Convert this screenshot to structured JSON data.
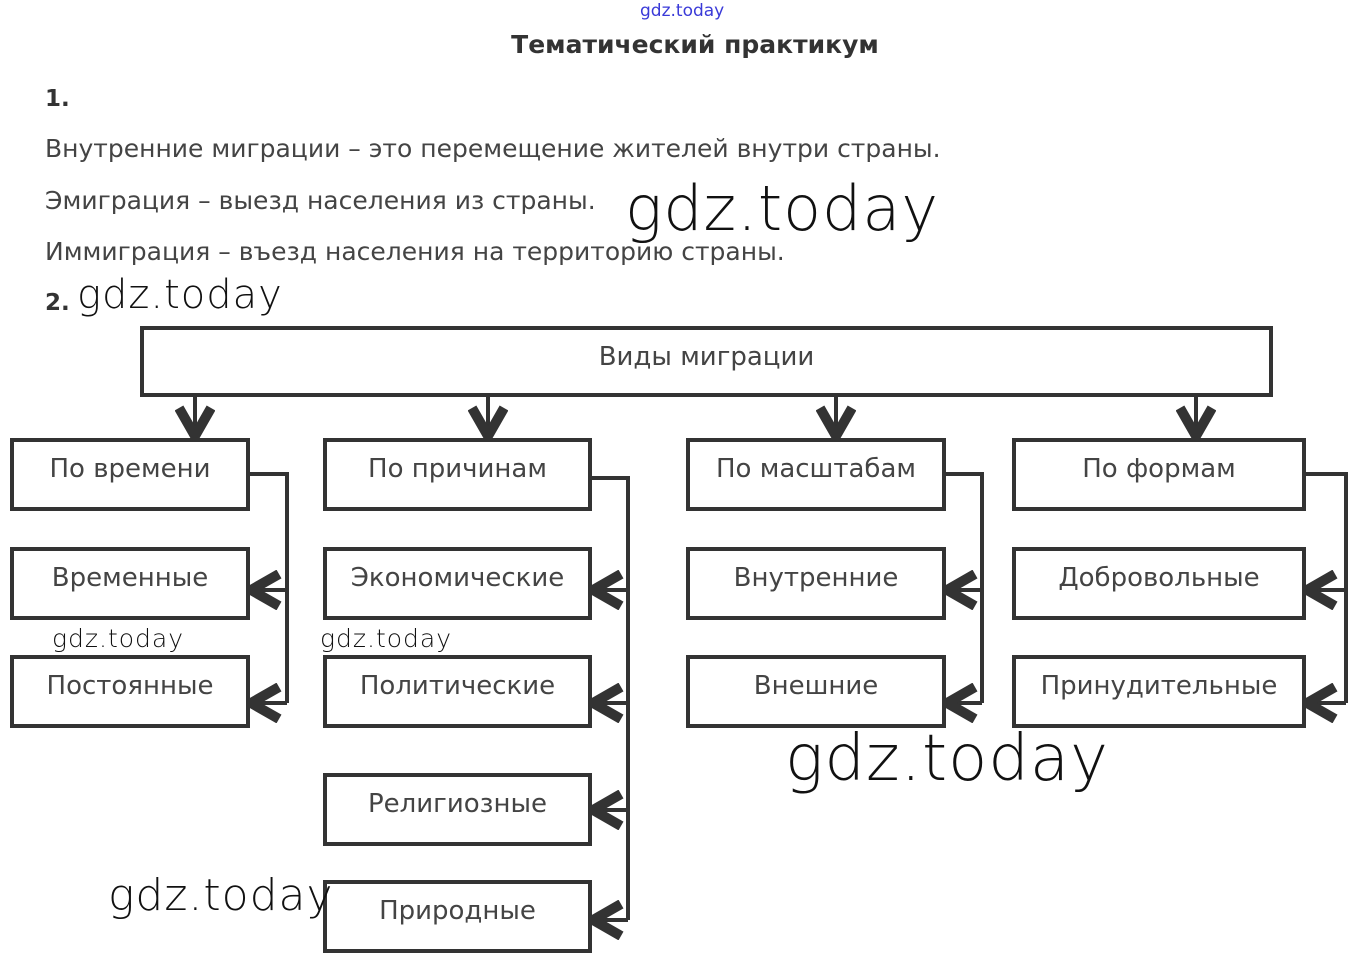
{
  "watermark_small": "gdz.today",
  "watermarks": [
    "gdz.today",
    "gdz.today",
    "gdz.today",
    "gdz.today",
    "gdz.today",
    "gdz.today"
  ],
  "title": "Тематический практикум",
  "task1": {
    "number": "1.",
    "lines": [
      "Внутренние миграции – это перемещение жителей внутри страны.",
      "Эмиграция – выезд населения из страны.",
      "Иммиграция – въезд населения на территорию страны."
    ]
  },
  "task2": {
    "number": "2."
  },
  "diagram": {
    "root": "Виды миграции",
    "groups": [
      {
        "label": "По времени",
        "items": [
          "Временные",
          "Постоянные"
        ]
      },
      {
        "label": "По причинам",
        "items": [
          "Экономические",
          "Политические",
          "Религиозные",
          "Природные"
        ]
      },
      {
        "label": "По масштабам",
        "items": [
          "Внутренние",
          "Внешние"
        ]
      },
      {
        "label": "По формам",
        "items": [
          "Добровольные",
          "Принудительные"
        ]
      }
    ]
  },
  "colors": {
    "watermark_small": "#3a3ad8",
    "line": "#333333"
  }
}
